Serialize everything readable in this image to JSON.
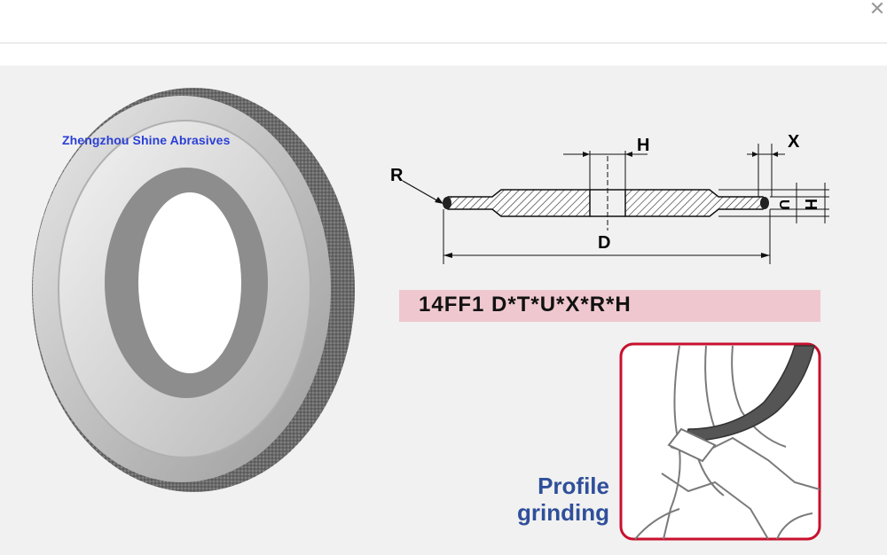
{
  "window": {
    "close_glyph": "✕"
  },
  "watermark": "Zhengzhou Shine Abrasives",
  "diagram": {
    "labels": {
      "R": "R",
      "H_top": "H",
      "X": "X",
      "U": "U",
      "H_side": "H",
      "D": "D"
    },
    "formula": "14FF1 D*T*U*X*R*H"
  },
  "inset": {
    "line1": "Profile",
    "line2": "grinding",
    "border_color": "#c8102e"
  },
  "colors": {
    "label_blue": "#2f4f9a",
    "banner_pink": "#efc8cf",
    "watermark_blue": "#2a3fd6"
  }
}
